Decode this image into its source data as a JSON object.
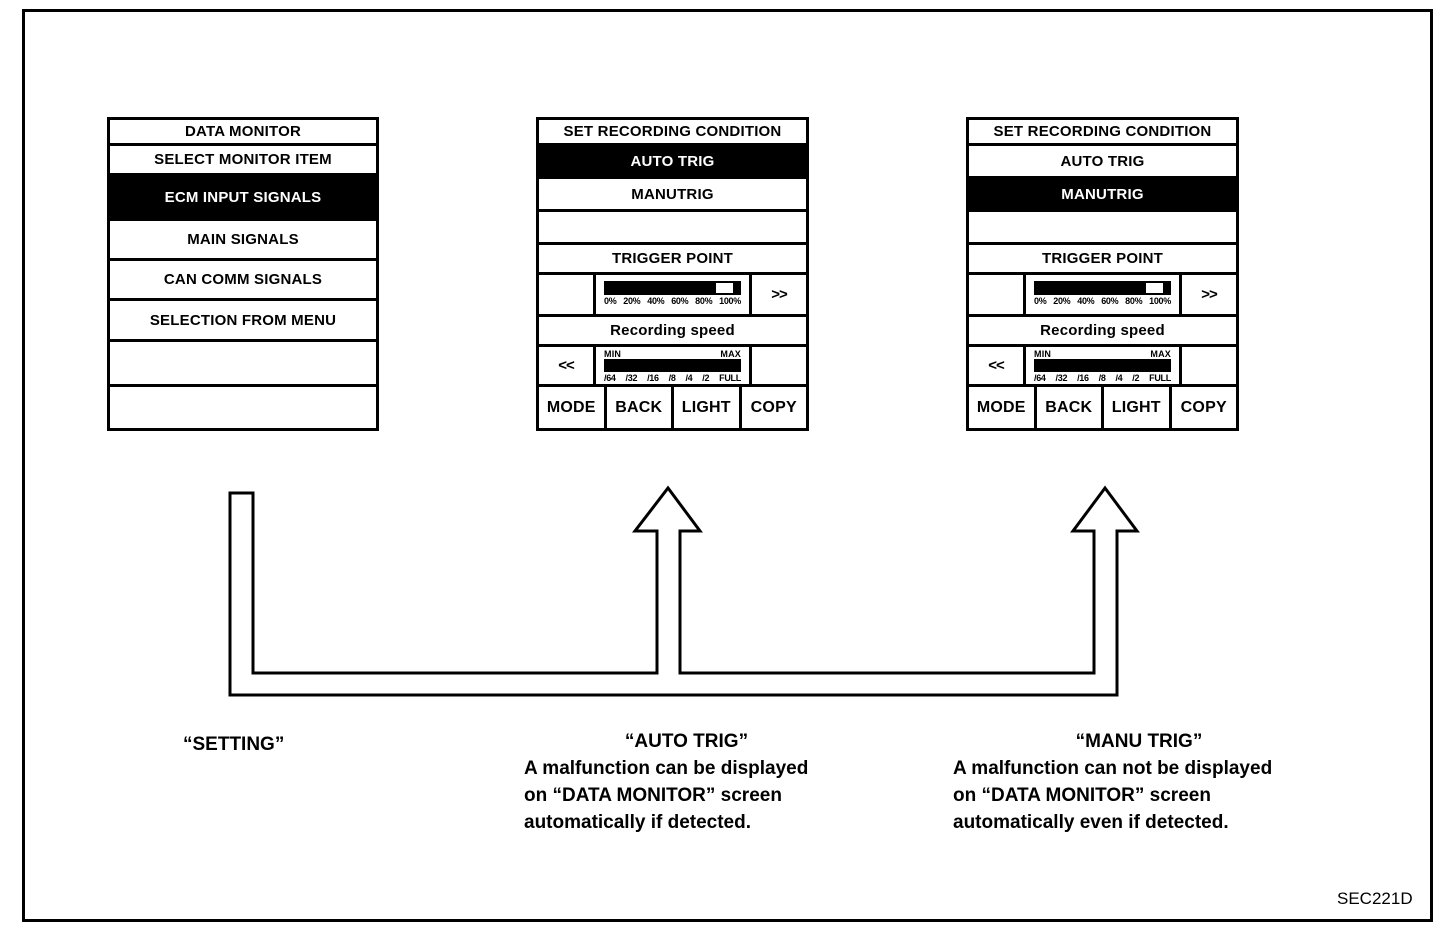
{
  "figure": {
    "code": "SEC221D"
  },
  "colors": {
    "ink": "#000000",
    "paper": "#ffffff"
  },
  "data_monitor_panel": {
    "rows": [
      {
        "label": "DATA MONITOR",
        "selected": false
      },
      {
        "label": "SELECT MONITOR ITEM",
        "selected": false
      },
      {
        "label": "ECM INPUT SIGNALS",
        "selected": true
      },
      {
        "label": "MAIN SIGNALS",
        "selected": false
      },
      {
        "label": "CAN COMM SIGNALS",
        "selected": false
      },
      {
        "label": "SELECTION FROM MENU",
        "selected": false
      },
      {
        "label": "",
        "selected": false
      },
      {
        "label": "",
        "selected": false
      }
    ]
  },
  "auto_panel": {
    "title": "SET RECORDING CONDITION",
    "auto_trig": "AUTO TRIG",
    "manu_trig": "MANUTRIG",
    "selected_item": "AUTO TRIG",
    "trigger_point": "TRIGGER POINT",
    "trigger_scale": [
      "0%",
      "20%",
      "40%",
      "60%",
      "80%",
      "100%"
    ],
    "trigger_fill_pct": 83,
    "forward": ">>",
    "rewind": "<<",
    "recording_speed": "Recording speed",
    "min": "MIN",
    "max": "MAX",
    "speed_scale": [
      "/64",
      "/32",
      "/16",
      "/8",
      "/4",
      "/2",
      "FULL"
    ],
    "speed_fill_pct": 100,
    "buttons": [
      "MODE",
      "BACK",
      "LIGHT",
      "COPY"
    ]
  },
  "manu_panel": {
    "title": "SET RECORDING CONDITION",
    "auto_trig": "AUTO TRIG",
    "manu_trig": "MANUTRIG",
    "selected_item": "MANUTRIG",
    "trigger_point": "TRIGGER POINT",
    "trigger_scale": [
      "0%",
      "20%",
      "40%",
      "60%",
      "80%",
      "100%"
    ],
    "trigger_fill_pct": 83,
    "forward": ">>",
    "rewind": "<<",
    "recording_speed": "Recording speed",
    "min": "MIN",
    "max": "MAX",
    "speed_scale": [
      "/64",
      "/32",
      "/16",
      "/8",
      "/4",
      "/2",
      "FULL"
    ],
    "speed_fill_pct": 100,
    "buttons": [
      "MODE",
      "BACK",
      "LIGHT",
      "COPY"
    ]
  },
  "captions": {
    "setting": "“SETTING”",
    "auto": {
      "title": "“AUTO TRIG”",
      "lines": [
        "A malfunction can be displayed",
        "on “DATA MONITOR” screen",
        "automatically if detected."
      ]
    },
    "manu": {
      "title": "“MANU TRIG”",
      "lines": [
        "A malfunction can not be displayed",
        "on “DATA MONITOR” screen",
        "automatically even if detected."
      ]
    }
  }
}
